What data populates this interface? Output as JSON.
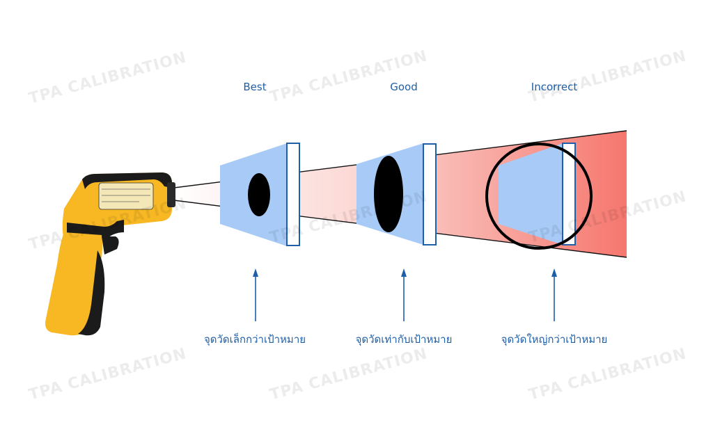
{
  "labels": {
    "best": "Best",
    "good": "Good",
    "incorrect": "Incorrect"
  },
  "captions": {
    "best": "จุดวัดเล็กกว่าเป้าหมาย",
    "good": "จุดวัดเท่ากับเป้าหมาย",
    "incorrect": "จุดวัดใหญ่กว่าเป้าหมาย"
  },
  "watermark": "TPA CALIBRATION",
  "colors": {
    "label_blue": "#1f5fa8",
    "target_blue": "#a7cbf6",
    "beam_red": "#f5776e",
    "gun_yellow": "#f7b824",
    "gun_black": "#1b1b1b"
  }
}
